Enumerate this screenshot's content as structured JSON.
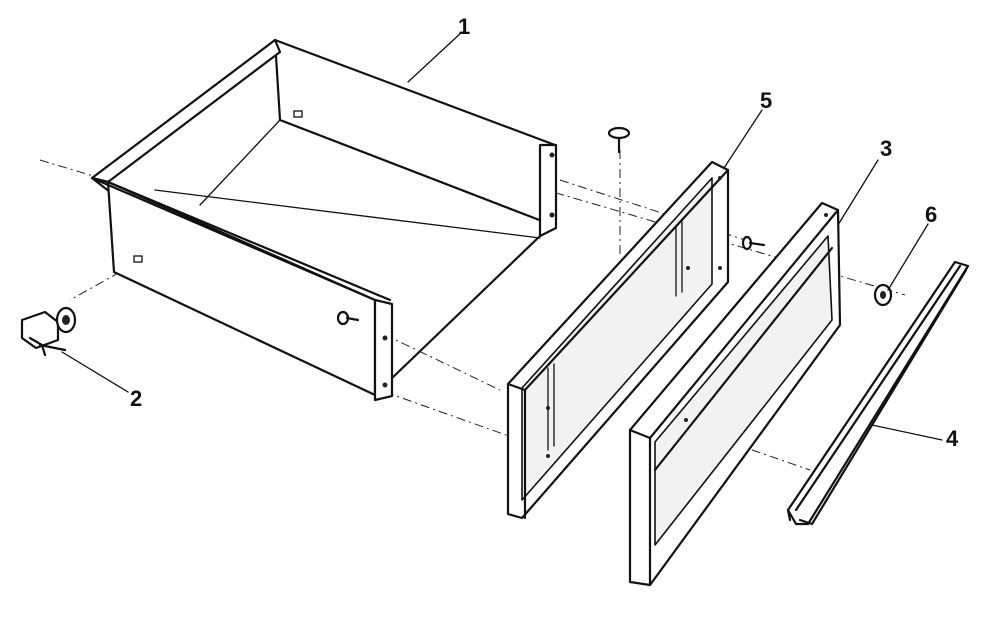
{
  "diagram": {
    "callouts": {
      "drawer_body": "1",
      "drawer_roller": "2",
      "drawer_front_panel": "3",
      "drawer_handle": "4",
      "drawer_inner_panel": "5",
      "spacer_nut": "6"
    }
  }
}
